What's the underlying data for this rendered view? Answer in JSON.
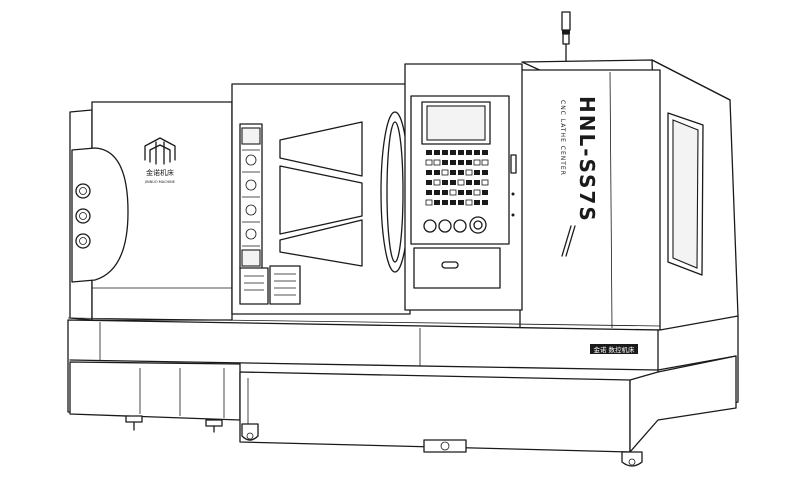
{
  "title": "",
  "machine": {
    "model_text": "HNL-SS7S",
    "series_text": "CNC LATHE CENTER",
    "brand_cn": "金诺机床",
    "brand_en": "JINNUO MACHINE",
    "base_plate_text": "金诺 数控机床"
  }
}
